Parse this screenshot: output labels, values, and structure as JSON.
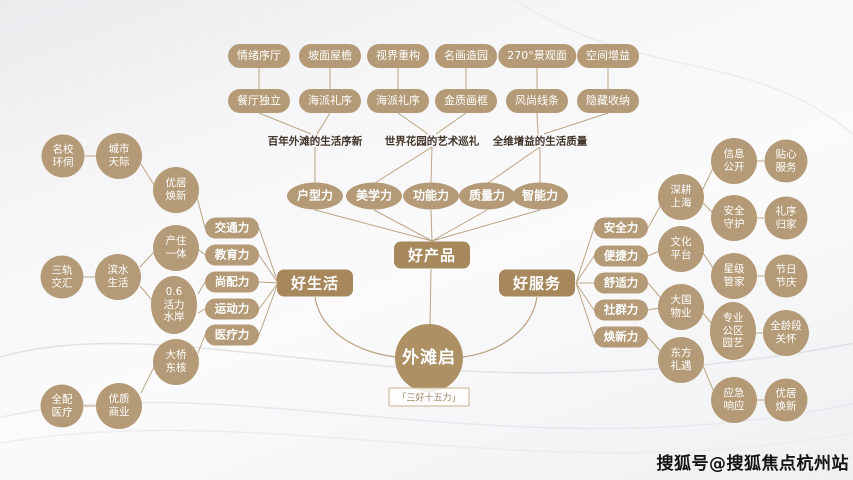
{
  "colors": {
    "node": "#b49a76",
    "category": "#a6885c",
    "center": "#ad9064",
    "line": "#bba382",
    "label_text": "#42352a"
  },
  "center": {
    "title": "外滩启",
    "subtitle": "「三好十五力」"
  },
  "categories": {
    "product": "好产品",
    "life": "好生活",
    "service": "好服务"
  },
  "product": {
    "row1": [
      "情绪序厅",
      "坡面屋檐",
      "视界重构",
      "名画造园",
      "270°景观面",
      "空间增益"
    ],
    "row2": [
      "餐厅独立",
      "海派礼序",
      "海派礼序",
      "金质画框",
      "风尚线条",
      "隐藏收纳"
    ],
    "groups": [
      "百年外滩的生活序新",
      "世界花园的艺术巡礼",
      "全维增益的生活质量"
    ],
    "powers": [
      "户型力",
      "美学力",
      "功能力",
      "质量力",
      "智能力"
    ]
  },
  "life": {
    "powers": [
      "交通力",
      "教育力",
      "尚配力",
      "运动力",
      "医疗力"
    ],
    "inner": [
      "优居\n焕新",
      "产住\n一体",
      "0.6\n活力\n水岸",
      "大桥\n东核"
    ],
    "mid": [
      "城市\n天际",
      "滨水\n生活",
      "优质\n商业"
    ],
    "outer": [
      "名校\n环伺",
      "三轨\n交汇",
      "全配\n医疗"
    ]
  },
  "service": {
    "powers": [
      "安全力",
      "便捷力",
      "舒适力",
      "社群力",
      "焕新力"
    ],
    "inner": [
      "深耕\n上海",
      "文化\n平台",
      "大国\n物业",
      "东方\n礼遇"
    ],
    "mid": [
      "信息\n公开",
      "安全\n守护",
      "星级\n管家",
      "专业\n公区\n园艺",
      "应急\n响应"
    ],
    "outer": [
      "贴心\n服务",
      "礼序\n归家",
      "节日\n节庆",
      "全龄段\n关怀",
      "优居\n焕新"
    ]
  },
  "watermark": "搜狐号@搜狐焦点杭州站"
}
